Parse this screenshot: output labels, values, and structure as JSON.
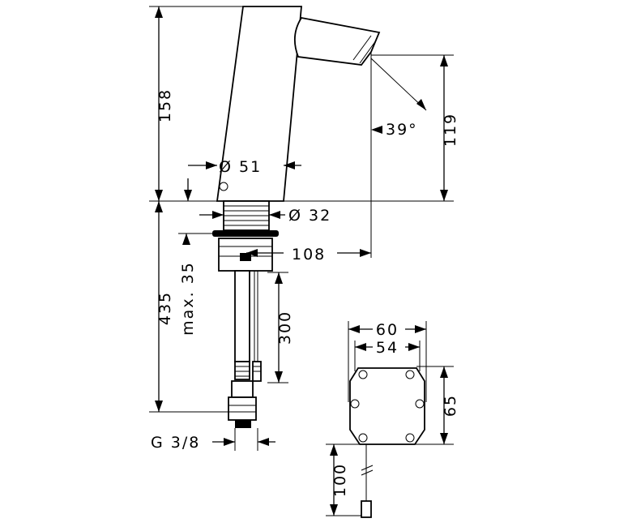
{
  "dimensions": {
    "height_top": "158",
    "dia_body": "Ø 51",
    "dia_shank": "Ø 32",
    "angle": "39°",
    "spout_height": "119",
    "reach": "108",
    "max_thickness": "max. 35",
    "hose_length": "300",
    "total_below": "435",
    "thread": "G 3/8",
    "box_width_outer": "60",
    "box_width_inner": "54",
    "box_height": "65",
    "cable_length": "100"
  }
}
